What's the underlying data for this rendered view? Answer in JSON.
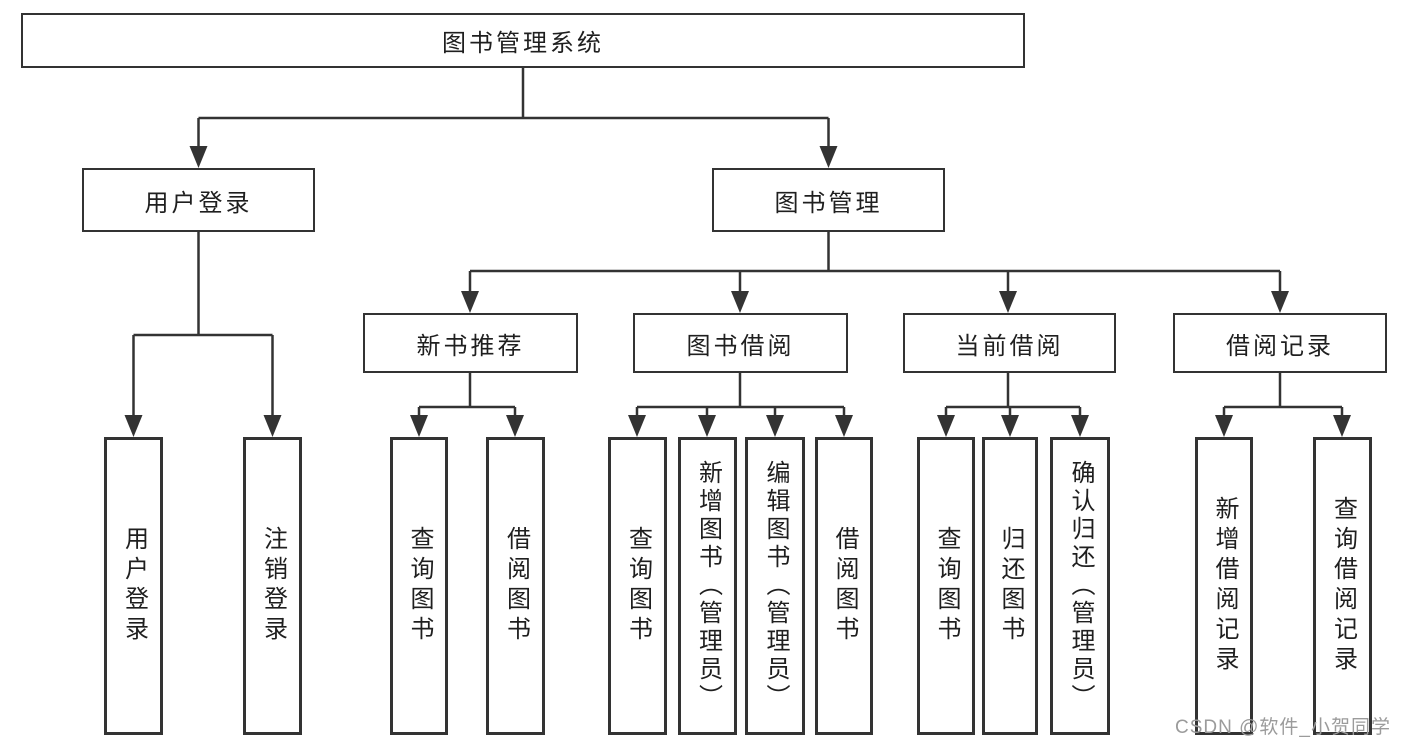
{
  "colors": {
    "line": "#333333",
    "border": "#333333",
    "text": "#1f1f1f",
    "watermark": "#9b9b9b",
    "background": "#ffffff"
  },
  "watermark": "CSDN @软件_小贺同学",
  "nodes": {
    "root": "图书管理系统",
    "user_login": "用户登录",
    "book_mgmt": "图书管理",
    "new_book_rec": "新书推荐",
    "book_borrow": "图书借阅",
    "current_borrow": "当前借阅",
    "borrow_records": "借阅记录",
    "leaf_user_login": "用户登录",
    "leaf_logout": "注销登录",
    "leaf_nbr_query_book": "查询图书",
    "leaf_nbr_borrow_book": "借阅图书",
    "leaf_bb_query_book": "查询图书",
    "leaf_bb_add_book": "新增图书（管理员）",
    "leaf_bb_edit_book": "编辑图书（管理员）",
    "leaf_bb_borrow_book": "借阅图书",
    "leaf_cb_query_book": "查询图书",
    "leaf_cb_return_book": "归还图书",
    "leaf_cb_confirm_return": "确认归还（管理员）",
    "leaf_br_add_record": "新增借阅记录",
    "leaf_br_query_record": "查询借阅记录"
  }
}
